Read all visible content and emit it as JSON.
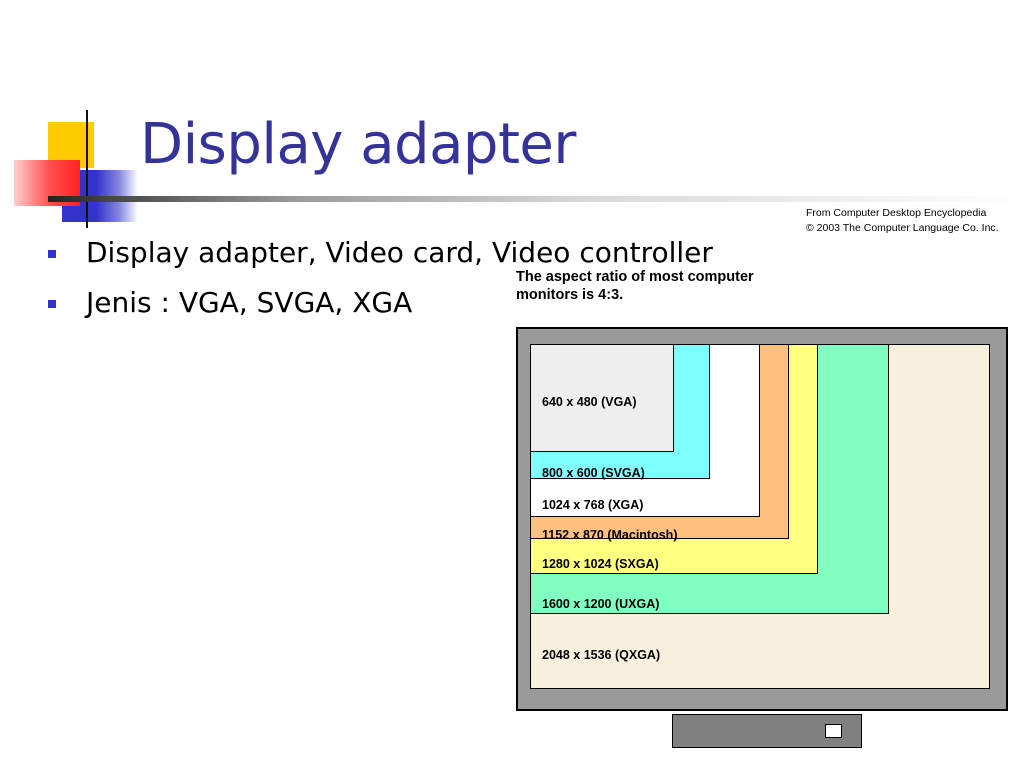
{
  "slide": {
    "title": "Display adapter",
    "bullets": [
      "Display adapter, Video card, Video controller",
      "Jenis : VGA, SVGA, XGA"
    ]
  },
  "figure": {
    "credit_line1": "From Computer Desktop Encyclopedia",
    "credit_line2": "© 2003 The Computer Language Co. Inc.",
    "caption_line1": "The aspect ratio of most computer",
    "caption_line2": "monitors is 4:3.",
    "resolutions": [
      {
        "label": "2048 x 1536 (QXGA)",
        "width": 2048,
        "height": 1536,
        "color": "#f7f0dc"
      },
      {
        "label": "1600 x 1200 (UXGA)",
        "width": 1600,
        "height": 1200,
        "color": "#80ffc0"
      },
      {
        "label": "1280 x 1024 (SXGA)",
        "width": 1280,
        "height": 1024,
        "color": "#ffff80"
      },
      {
        "label": "1152 x 870 (Macintosh)",
        "width": 1152,
        "height": 870,
        "color": "#ffc080"
      },
      {
        "label": "1024 x 768 (XGA)",
        "width": 1024,
        "height": 768,
        "color": "#ffffff"
      },
      {
        "label": "800 x 600 (SVGA)",
        "width": 800,
        "height": 600,
        "color": "#80ffff"
      },
      {
        "label": "640 x 480 (VGA)",
        "width": 640,
        "height": 480,
        "color": "#eeeeee"
      }
    ]
  },
  "colors": {
    "title": "#333399",
    "bullet": "#3333cc",
    "accent_yellow": "#ffcc00",
    "accent_red": "#ff3333"
  }
}
